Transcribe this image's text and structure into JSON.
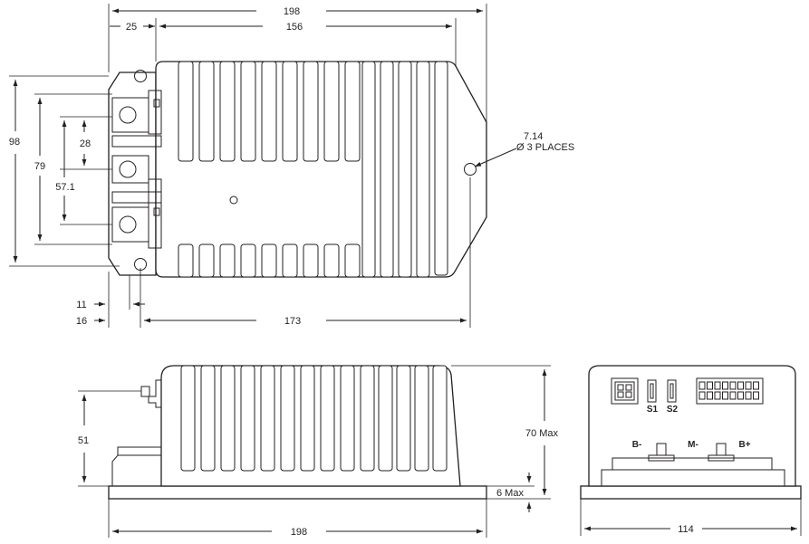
{
  "colors": {
    "line": "#231f20",
    "background": "#ffffff"
  },
  "top_view": {
    "dim_overall_width": "198",
    "dim_flange": "25",
    "dim_body_width": "156",
    "dim_height_overall": "98",
    "dim_hole_spacing": "79",
    "dim_terminal_pitch": "28",
    "dim_terminal_span": "57.1",
    "dim_edge_11": "11",
    "dim_edge_16": "16",
    "dim_hole_to_hole": "173",
    "hole_note_size": "7.14",
    "hole_note_text": "Ø 3 PLACES"
  },
  "side_view": {
    "dim_terminal_height": "51",
    "dim_max_height": "70 Max",
    "dim_base": "6 Max",
    "dim_length": "198"
  },
  "end_view": {
    "switch_labels": [
      "S1",
      "S2"
    ],
    "terminal_labels": [
      "B-",
      "M-",
      "B+"
    ],
    "dim_width": "114"
  }
}
